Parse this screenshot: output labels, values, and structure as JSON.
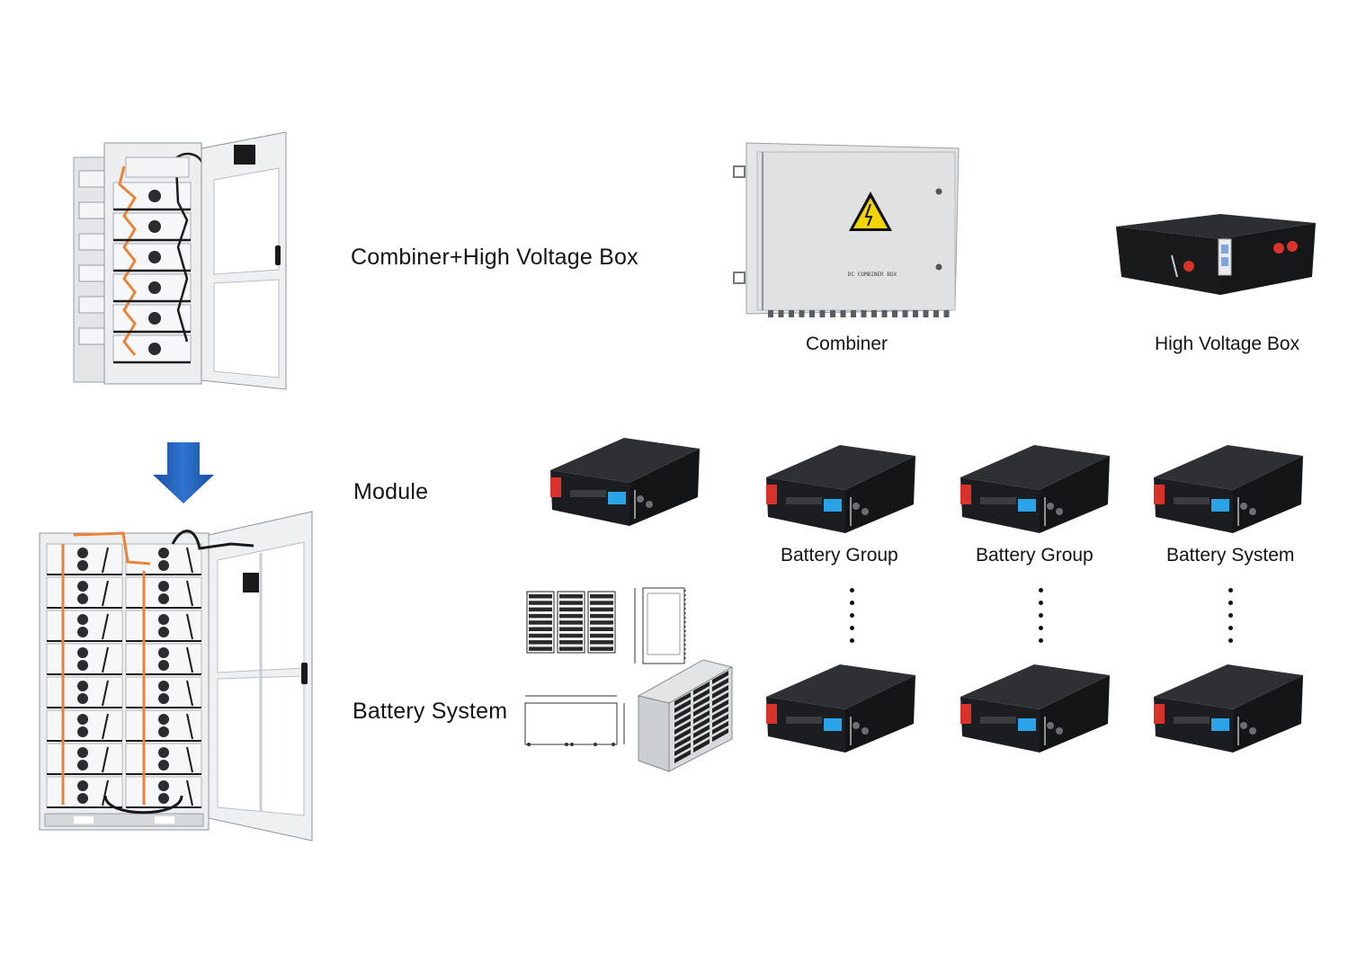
{
  "labels": {
    "combiner_hv_box": "Combiner+High Voltage Box",
    "module": "Module",
    "battery_system": "Battery System"
  },
  "captions": {
    "combiner": "Combiner",
    "high_voltage_box": "High Voltage Box",
    "battery_group_1": "Battery Group",
    "battery_group_2": "Battery Group",
    "battery_system": "Battery System"
  },
  "combiner_panel_text": "DC COMBINER BOX",
  "colors": {
    "arrow": "#1f5fb8",
    "cabinet": "#e8eaec",
    "module_body": "#1c1d20",
    "module_red": "#d8322a",
    "module_screen": "#2aa3e8",
    "cable_orange": "#e8843a",
    "warning_yellow": "#f2d500"
  },
  "icons": {
    "flow_arrow": "arrow-down-icon",
    "warning": "high-voltage-warning-icon"
  }
}
